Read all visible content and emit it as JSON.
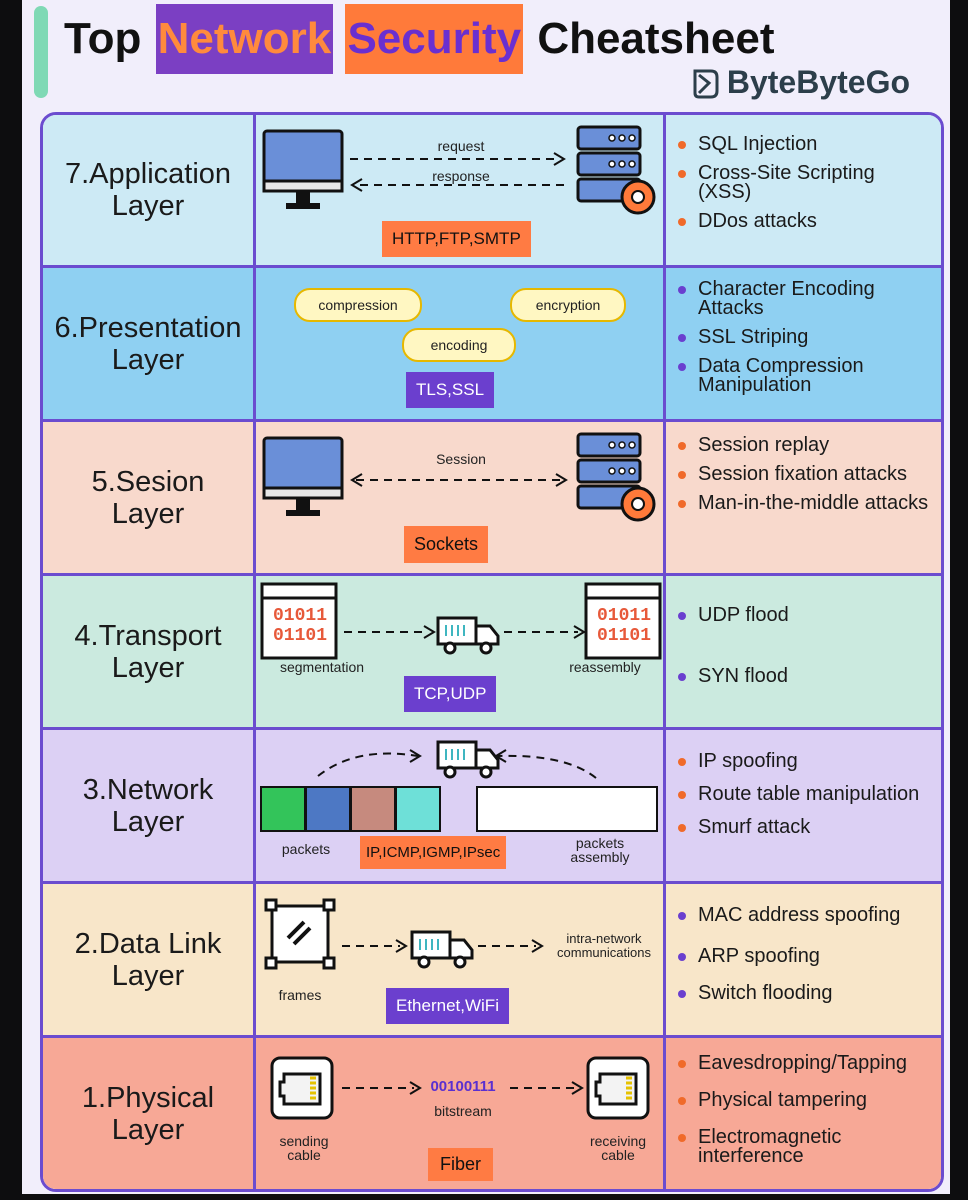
{
  "title": {
    "part1": "Top",
    "part2": "Network",
    "part3": "Security",
    "part4": "Cheatsheet"
  },
  "brand": {
    "name": "ByteByteGo"
  },
  "colors": {
    "purple": "#7b3fc3",
    "orange": "#ff7a3a",
    "border": "#6b4ccf"
  },
  "layers": [
    {
      "name_line1": "7.Application",
      "name_line2": "Layer",
      "protocols": "HTTP,FTP,SMTP",
      "labels": {
        "request": "request",
        "response": "response"
      },
      "threats": [
        "SQL Injection",
        "Cross-Site Scripting (XSS)",
        "DDos attacks"
      ]
    },
    {
      "name_line1": "6.Presentation",
      "name_line2": "Layer",
      "protocols": "TLS,SSL",
      "labels": {
        "compression": "compression",
        "encryption": "encryption",
        "encoding": "encoding"
      },
      "threats": [
        "Character Encoding Attacks",
        "SSL Striping",
        "Data Compression Manipulation"
      ]
    },
    {
      "name_line1": "5.Sesion",
      "name_line2": "Layer",
      "protocols": "Sockets",
      "labels": {
        "session": "Session"
      },
      "threats": [
        "Session replay",
        "Session fixation attacks",
        "Man-in-the-middle attacks"
      ]
    },
    {
      "name_line1": "4.Transport",
      "name_line2": "Layer",
      "protocols": "TCP,UDP",
      "labels": {
        "segmentation": "segmentation",
        "reassembly": "reassembly",
        "bits_line1": "01011",
        "bits_line2": "01101"
      },
      "threats": [
        "UDP flood",
        "SYN flood"
      ]
    },
    {
      "name_line1": "3.Network",
      "name_line2": "Layer",
      "protocols": "IP,ICMP,IGMP,IPsec",
      "labels": {
        "packets": "packets",
        "packets_assembly": "packets assembly"
      },
      "threats": [
        "IP spoofing",
        "Route table manipulation",
        "Smurf attack"
      ]
    },
    {
      "name_line1": "2.Data Link",
      "name_line2": "Layer",
      "protocols": "Ethernet,WiFi",
      "labels": {
        "frames": "frames",
        "intra": "intra-network communications"
      },
      "threats": [
        "MAC address spoofing",
        "ARP spoofing",
        "Switch flooding"
      ]
    },
    {
      "name_line1": "1.Physical",
      "name_line2": "Layer",
      "protocols": "Fiber",
      "labels": {
        "bits": "00100111",
        "bitstream": "bitstream",
        "sending": "sending cable",
        "receiving": "receiving cable"
      },
      "threats": [
        "Eavesdropping/Tapping",
        "Physical tampering",
        "Electromagnetic interference"
      ]
    }
  ],
  "icons": [
    "monitor-icon",
    "server-gear-icon",
    "truck-icon",
    "binary-window-icon",
    "frame-icon",
    "ethernet-port-icon",
    "brand-logo-icon"
  ]
}
